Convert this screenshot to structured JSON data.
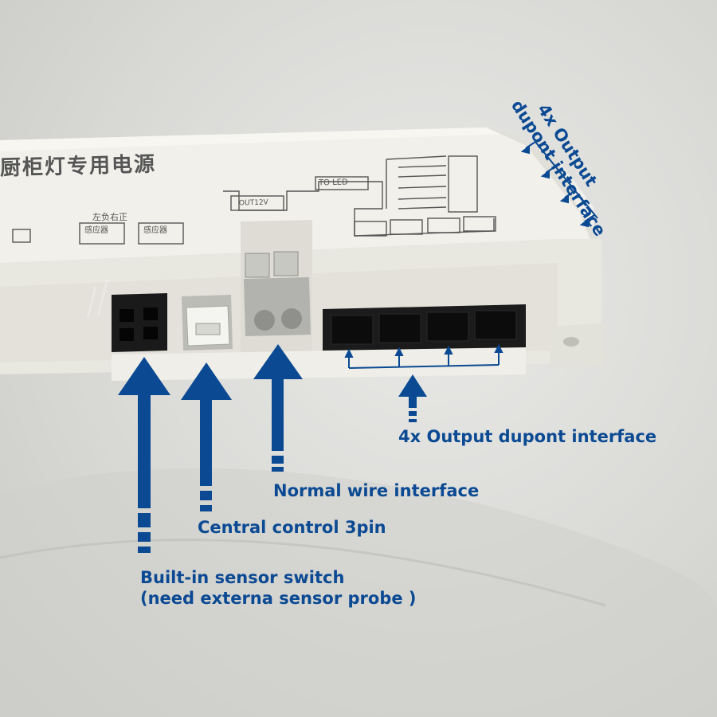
{
  "device": {
    "title_cn": "厨柜灯专用电源",
    "to_led": "TO LED",
    "out_label": "OUT12V",
    "sensor_note_top": "左负右正",
    "sensor_label_left": "感应器",
    "sensor_label_right": "感应器"
  },
  "callouts": {
    "output_dupont": "4x Output dupont interface",
    "normal_wire": "Normal wire interface",
    "central_control": "Central control 3pin",
    "builtin_line1": "Built-in sensor switch",
    "builtin_line2": "(need externa sensor probe )",
    "rotated_line1": "4x Output",
    "rotated_line2": "dupont interface"
  },
  "colors": {
    "accent": "#0b4a93",
    "housing": "#ecebe4",
    "terminal_grey": "#b9bab6",
    "connector_black": "#141414"
  }
}
